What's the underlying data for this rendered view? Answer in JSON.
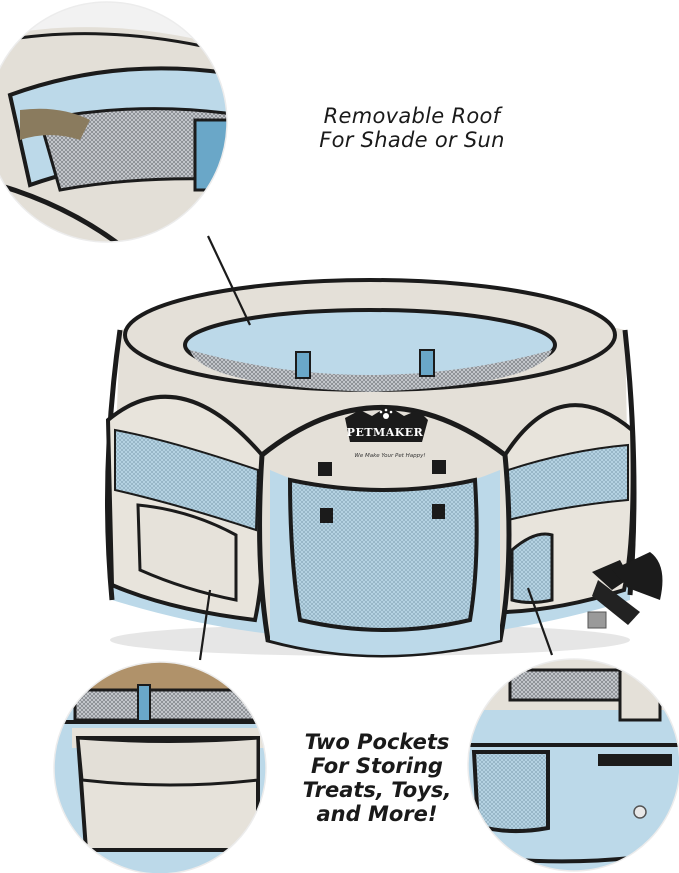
{
  "captions": {
    "roof_line1": "Removable Roof",
    "roof_line2": "For Shade or Sun",
    "pockets_line1": "Two Pockets",
    "pockets_line2": "For Storing",
    "pockets_line3": "Treats, Toys,",
    "pockets_line4": "and More!"
  },
  "brand": {
    "logo": "PETMAKER",
    "tagline": "We Make Your Pet Happy!"
  },
  "colors": {
    "fabric_beige": "#e4e0d8",
    "fabric_blue": "#bcd9e9",
    "frame_black": "#1b1b1b",
    "mesh": "#8a8e92",
    "background": "#ffffff"
  },
  "icons": [
    "paw-icon",
    "bow-tie-carry-bag-icon"
  ]
}
